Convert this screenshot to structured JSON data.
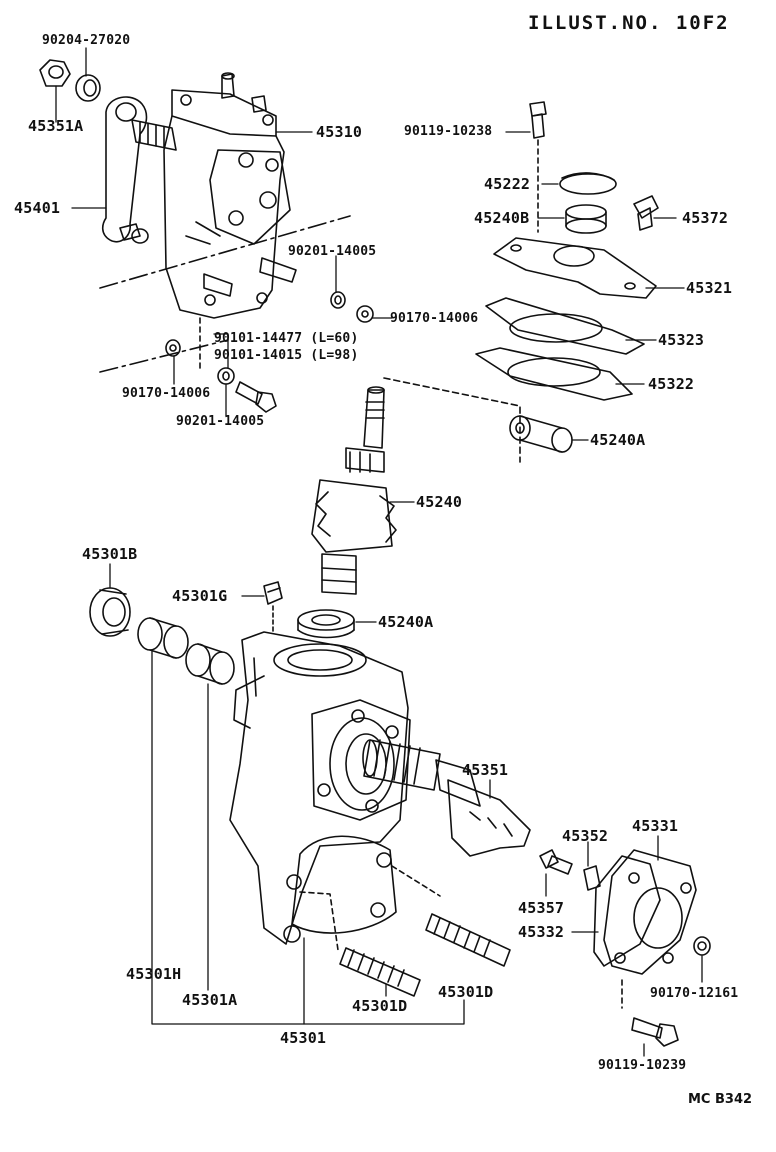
{
  "header": {
    "illust": "ILLUST.NO. 10F2"
  },
  "drawing_code": "MC B342",
  "parts": {
    "p90204_27020": "90204-27020",
    "p45351A": "45351A",
    "p45310": "45310",
    "p45401": "45401",
    "p90201_14005_a": "90201-14005",
    "p90170_14006_a": "90170-14006",
    "p90101_14477": "90101-14477 (L=60)",
    "p90101_14015": "90101-14015 (L=98)",
    "p90170_14006_b": "90170-14006",
    "p90201_14005_b": "90201-14005",
    "p90119_10238": "90119-10238",
    "p45222": "45222",
    "p45240B": "45240B",
    "p45372": "45372",
    "p45321": "45321",
    "p45323": "45323",
    "p45322": "45322",
    "p45240A_a": "45240A",
    "p45240": "45240",
    "p45301B": "45301B",
    "p45301G": "45301G",
    "p45240A_b": "45240A",
    "p45351": "45351",
    "p45352": "45352",
    "p45331": "45331",
    "p45357": "45357",
    "p45332": "45332",
    "p45301H": "45301H",
    "p45301A": "45301A",
    "p45301D_a": "45301D",
    "p45301D_b": "45301D",
    "p45301": "45301",
    "p90170_12161": "90170-12161",
    "p90119_10239": "90119-10239"
  },
  "icons": [
    "steering-gear-housing-exploded-view",
    "sector-shaft",
    "worm-shaft",
    "gaskets",
    "bearings",
    "bolts",
    "nuts"
  ]
}
